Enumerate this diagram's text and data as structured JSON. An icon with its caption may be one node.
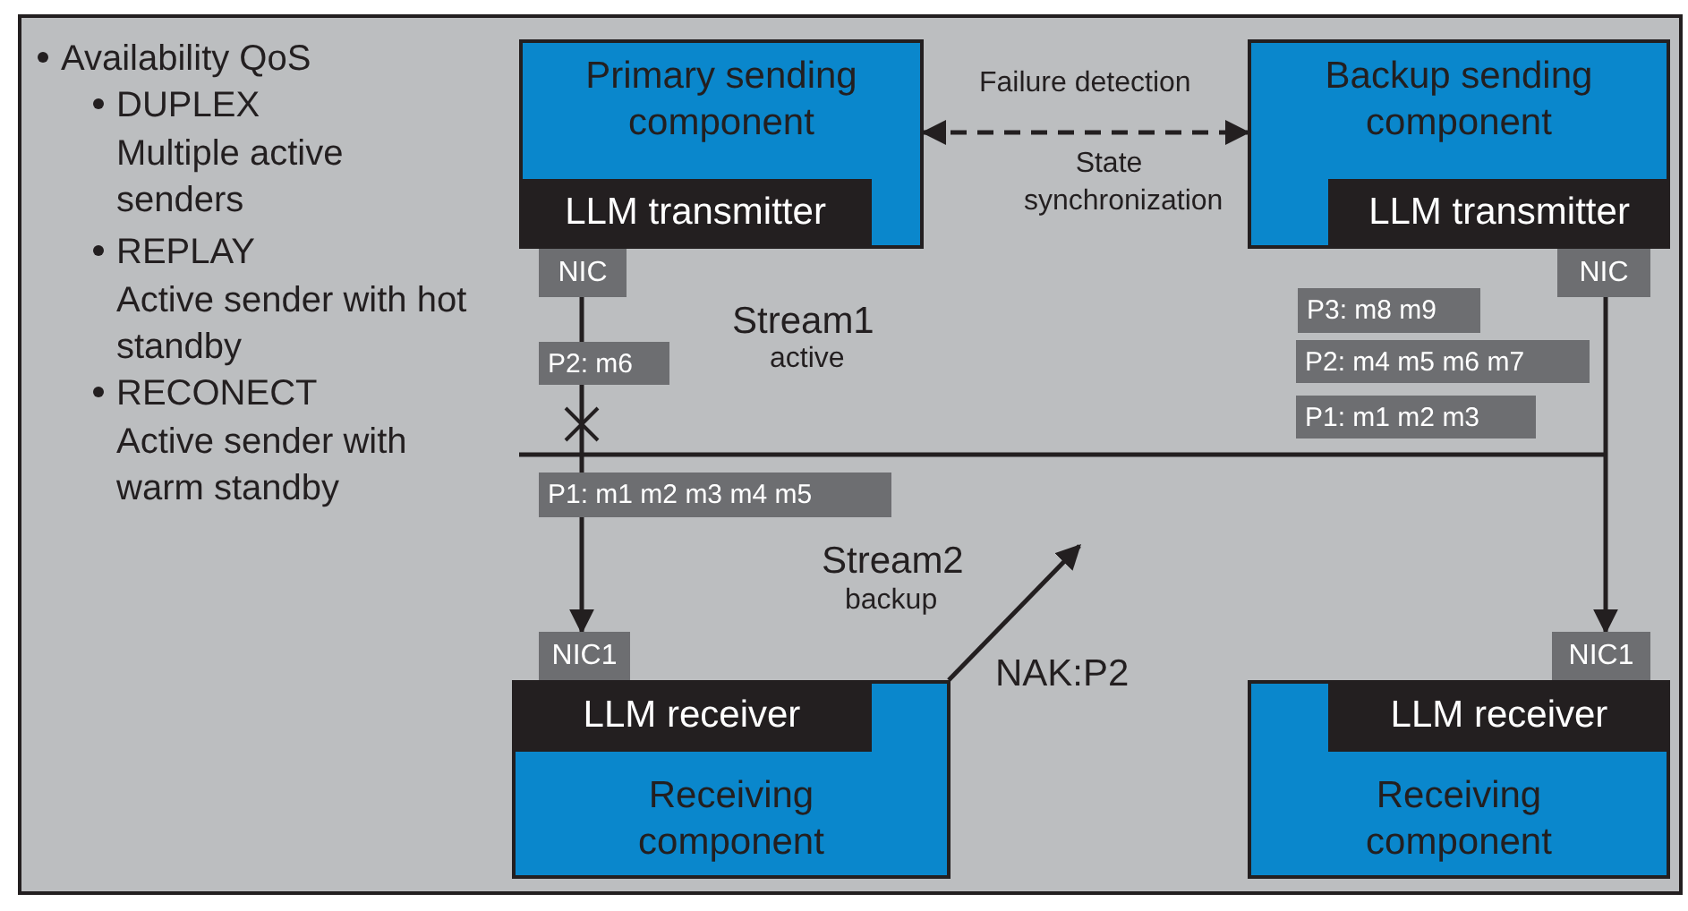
{
  "diagram": {
    "nodes": [
      {
        "text": [
          "Primary sending component"
        ]
      },
      {
        "text": [
          "LLM transmitter"
        ],
        "in": 0
      },
      {
        "text": [
          "Backup sending component"
        ]
      },
      {
        "text": [
          "LLM transmitter"
        ],
        "in": 2
      },
      {
        "text": [
          "NIC"
        ]
      },
      {
        "text": [
          "NIC"
        ]
      },
      {
        "text": [
          "P2: m6"
        ]
      },
      {
        "text": [
          "P1: m1 m2 m3 m4 m5"
        ]
      },
      {
        "text": [
          "P3: m8 m9"
        ]
      },
      {
        "text": [
          "P2: m4 m5 m6 m7"
        ]
      },
      {
        "text": [
          "P1: m1 m2 m3"
        ]
      },
      {
        "text": [
          "NIC1"
        ]
      },
      {
        "text": [
          "Receiving component"
        ]
      },
      {
        "text": [
          "LLM receiver"
        ],
        "in": 12
      },
      {
        "text": [
          "NIC1"
        ]
      },
      {
        "text": [
          "Receiving component"
        ]
      },
      {
        "text": [
          "LLM receiver"
        ],
        "in": 15
      }
    ],
    "edges": [
      {
        "from": 0,
        "to": 2,
        "arrow": "both",
        "style": "dashed",
        "label": "Failure detection"
      },
      {
        "from": 4,
        "to": 6,
        "arrow": "none"
      },
      {
        "from": 6,
        "to": 7,
        "arrow": "none"
      },
      {
        "from": 7,
        "to": 11,
        "arrow": "to"
      },
      {
        "from": 5,
        "to": 14,
        "arrow": "to"
      },
      {
        "from": 12,
        "to": null,
        "arrow": "to",
        "label": "NAK:P2"
      }
    ],
    "labels": [
      "Availability QoS",
      "DUPLEX",
      "Multiple active senders",
      "REPLAY",
      "Active sender with hot standby",
      "RECONECT",
      "Active sender with warm standby",
      "State synchronization",
      "Stream1",
      "active",
      "Stream2",
      "backup"
    ]
  }
}
